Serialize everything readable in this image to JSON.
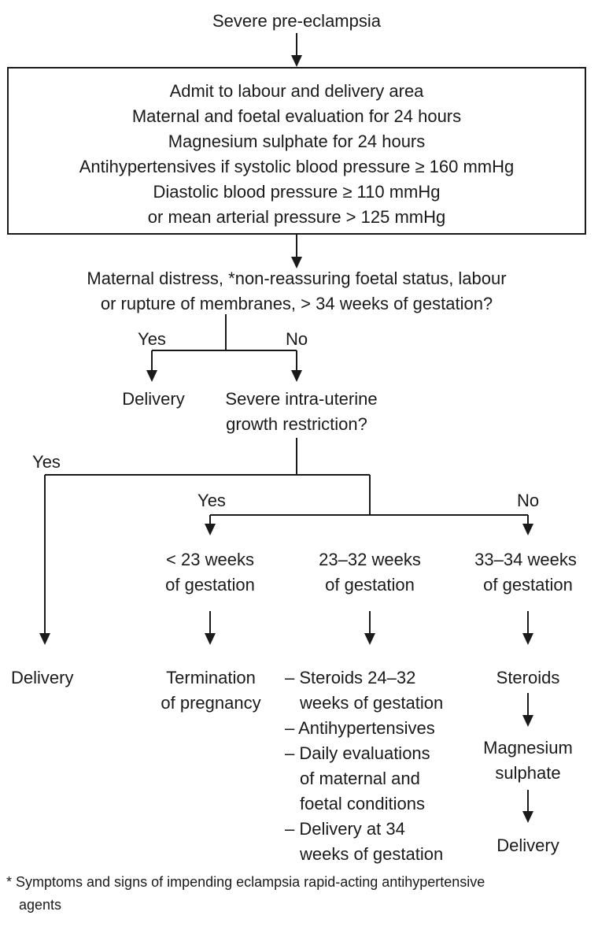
{
  "start": "Severe pre-eclampsia",
  "admission_box": [
    "Admit to labour and delivery area",
    "Maternal and foetal evaluation for 24 hours",
    "Magnesium sulphate for 24 hours",
    "Antihypertensives if systolic blood pressure ≥ 160 mmHg",
    "Diastolic blood pressure ≥ 110 mmHg",
    "or mean arterial pressure > 125 mmHg"
  ],
  "question1": [
    "Maternal distress, *non-reassuring foetal status, labour",
    "or rupture of membranes, > 34 weeks of gestation?"
  ],
  "q1_yes": "Yes",
  "q1_no": "No",
  "q1_yes_outcome": "Delivery",
  "question2": [
    "Severe intra-uterine",
    "growth restriction?"
  ],
  "q2_yes": "Yes",
  "q2_no_yes": "Yes",
  "q2_no_no": "No",
  "q2_yes_outcome": "Delivery",
  "gestation_lt23": [
    "< 23 weeks",
    "of gestation"
  ],
  "gestation_23_32": [
    "23–32 weeks",
    "of gestation"
  ],
  "gestation_33_34": [
    "33–34 weeks",
    "of gestation"
  ],
  "outcome_lt23": [
    "Termination",
    "of pregnancy"
  ],
  "outcome_23_32": [
    "– Steroids 24–32",
    "weeks of gestation",
    "– Antihypertensives",
    "– Daily evaluations",
    "of maternal and",
    "foetal conditions",
    "– Delivery at 34",
    "weeks of gestation"
  ],
  "outcome_33_34": [
    "Steroids",
    "Magnesium",
    "sulphate",
    "Delivery"
  ],
  "footnote": [
    "* Symptoms and signs of impending eclampsia rapid-acting antihypertensive",
    "agents"
  ]
}
